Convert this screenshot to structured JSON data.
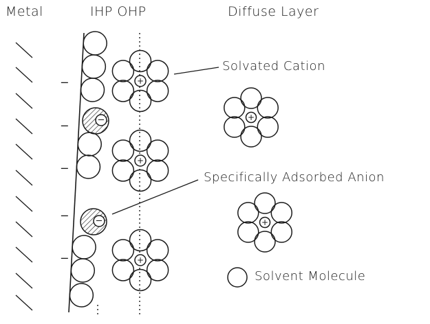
{
  "headings": {
    "metal": "Metal",
    "ihp_ohp": "IHP OHP",
    "diffuse": "Diffuse Layer"
  },
  "callouts": {
    "solvated_cation": "Solvated Cation",
    "adsorbed_anion": "Specifically Adsorbed Anion",
    "solvent_molecule": "Solvent Molecule"
  },
  "symbols": {
    "cation": "+",
    "anion": "−",
    "metal_charge": "−"
  },
  "colors": {
    "ink": "#1a1a1a"
  }
}
